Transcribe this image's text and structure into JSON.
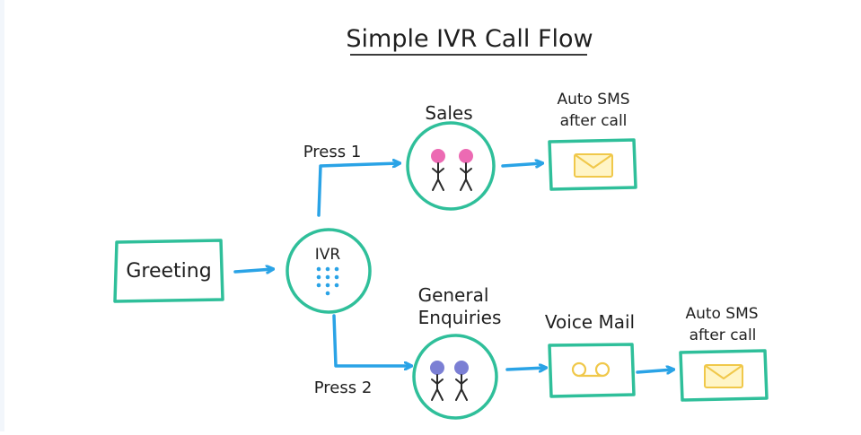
{
  "title": "Simple IVR Call Flow",
  "colors": {
    "node_outline": "#2fbf9a",
    "arrow": "#2aa3e6",
    "sales_person": "#ec6ab3",
    "enquiry_person": "#7b7fd4",
    "icon_fill": "#fff5c6",
    "icon_stroke": "#f0c84a"
  },
  "nodes": {
    "greeting": {
      "label": "Greeting"
    },
    "ivr": {
      "label": "IVR",
      "icon": "keypad-icon"
    },
    "sales": {
      "label": "Sales",
      "icon": "people-icon"
    },
    "sms_top": {
      "label_line1": "Auto SMS",
      "label_line2": "after call",
      "icon": "envelope-icon"
    },
    "general": {
      "label_line1": "General",
      "label_line2": "Enquiries",
      "icon": "people-icon"
    },
    "voicemail": {
      "label": "Voice Mail",
      "icon": "voicemail-icon"
    },
    "sms_bottom": {
      "label_line1": "Auto SMS",
      "label_line2": "after call",
      "icon": "envelope-icon"
    }
  },
  "edges": {
    "press1": {
      "label": "Press 1"
    },
    "press2": {
      "label": "Press 2"
    }
  }
}
